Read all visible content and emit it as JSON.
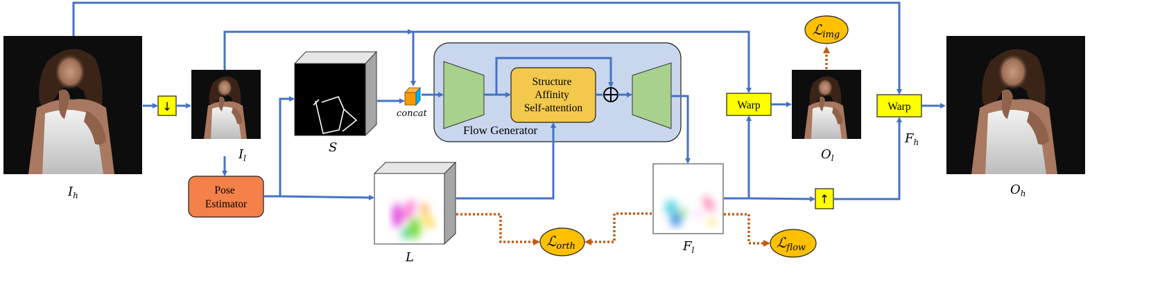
{
  "labels": {
    "I_h": "I",
    "I_h_sub": "h",
    "I_l": "I",
    "I_l_sub": "l",
    "S": "S",
    "L": "L",
    "F_l": "F",
    "F_l_sub": "l",
    "F_h": "F",
    "F_h_sub": "h",
    "O_l": "O",
    "O_l_sub": "l",
    "O_h": "O",
    "O_h_sub": "h",
    "concat": "concat"
  },
  "modules": {
    "pose_estimator": [
      "Pose",
      "Estimator"
    ],
    "structure_affinity": [
      "Structure",
      "Affinity",
      "Self-attention"
    ],
    "flow_generator": "Flow Generator",
    "warp_low": "Warp",
    "warp_high": "Warp",
    "downsample_symbol": "↓",
    "upsample_symbol": "↑",
    "add_symbol": "⊕"
  },
  "losses": {
    "img": {
      "L": "ℒ",
      "sub": "img"
    },
    "orth": {
      "L": "ℒ",
      "sub": "orth"
    },
    "flow": {
      "L": "ℒ",
      "sub": "flow"
    }
  },
  "colors": {
    "arrow_blue": "#4472c4",
    "loss_dotted": "#c55a11",
    "warp_box": "#ffff00",
    "pose_box": "#f4804a",
    "affinity_box": "#f2c94c",
    "flow_gen_bg": "#c9d7ee",
    "encoder_green": "#a9d18e",
    "loss_ellipse": "#ffc000"
  }
}
